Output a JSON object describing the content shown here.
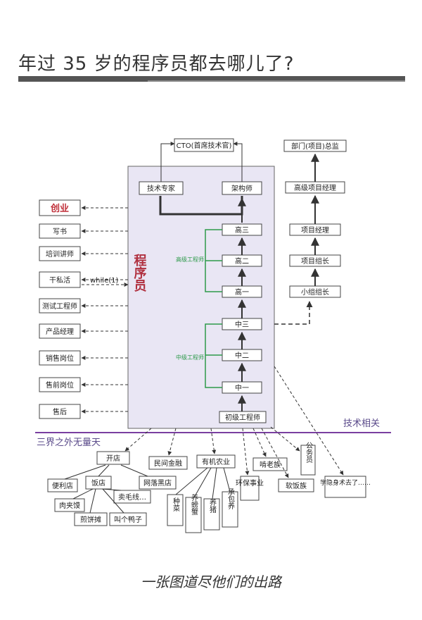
{
  "header": {
    "title": "年过 35 岁的程序员都去哪儿了?"
  },
  "diagram": {
    "top": "CTO(首席技术官)",
    "tech_expert": "技术专家",
    "architect": "架构师",
    "programmer": "程序员",
    "senior_label": "高级工程师",
    "middle_label": "中级工程师",
    "senior": [
      "高三",
      "高二",
      "高一"
    ],
    "middle": [
      "中三",
      "中二",
      "中一"
    ],
    "junior": "初级工程师",
    "mgmt": [
      "部门(项目)总监",
      "高级项目经理",
      "项目经理",
      "项目组长",
      "小组组长"
    ],
    "left": [
      "创业",
      "写书",
      "培训讲师",
      "干私活",
      "测试工程师",
      "产品经理",
      "销售岗位",
      "售前岗位",
      "售后"
    ],
    "while_label": "while(1)",
    "tech_related": "技术相关",
    "outside": "三界之外无量天",
    "kaidian": "开店",
    "shops": [
      "便利店",
      "饭店",
      "网落黑店",
      "肉夹馍",
      "卖毛线…",
      "煎饼摊",
      "叫个鸭子"
    ],
    "minjian": "民间金融",
    "farming": "有机农业",
    "farm_items": [
      "种菜",
      "养螃蟹",
      "养猪",
      "承包养"
    ],
    "env": "环保事业",
    "elderly": "啃老族",
    "softrice": "软饭族",
    "civil": "公务员",
    "hermit": "学隐身术去了……"
  },
  "footer": {
    "caption": "一张图道尽他们的出路"
  }
}
